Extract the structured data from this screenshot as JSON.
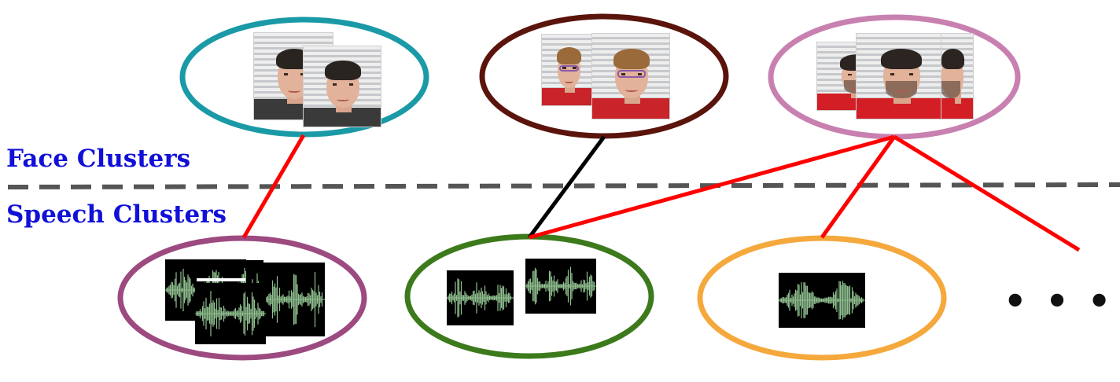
{
  "labels": {
    "face_clusters": "Face Clusters",
    "speech_clusters": "Speech Clusters",
    "more": "• • •"
  },
  "colors": {
    "label_text": "#1010d8",
    "divider": "#555555",
    "match_link": "#ff0000",
    "true_link": "#000000",
    "waveform": "#8fbf8f",
    "face_cluster_1": "#1a9aa6",
    "face_cluster_2": "#5a140c",
    "face_cluster_3": "#c880b0",
    "speech_cluster_1": "#9c4a80",
    "speech_cluster_2": "#3c7a1c",
    "speech_cluster_3": "#f5a83c"
  },
  "face_clusters": [
    {
      "id": "face-cluster-1",
      "faces": [
        {
          "hair": "#2a2420",
          "shirt": "#3a3a3a",
          "glasses": false,
          "beard": false
        },
        {
          "hair": "#2a2420",
          "shirt": "#3a3a3a",
          "glasses": false,
          "beard": false
        }
      ]
    },
    {
      "id": "face-cluster-2",
      "faces": [
        {
          "hair": "#9a6a3a",
          "shirt": "#c8242a",
          "glasses": true,
          "beard": false
        },
        {
          "hair": "#9a6a3a",
          "shirt": "#c8242a",
          "glasses": true,
          "beard": false
        }
      ]
    },
    {
      "id": "face-cluster-3",
      "faces": [
        {
          "hair": "#2c2420",
          "shirt": "#d21e24",
          "glasses": false,
          "beard": true
        },
        {
          "hair": "#2c2420",
          "shirt": "#d21e24",
          "glasses": false,
          "beard": true
        },
        {
          "hair": "#2c2420",
          "shirt": "#d21e24",
          "glasses": false,
          "beard": true
        }
      ]
    }
  ],
  "speech_clusters": [
    {
      "id": "speech-cluster-1",
      "segments": 4
    },
    {
      "id": "speech-cluster-2",
      "segments": 2
    },
    {
      "id": "speech-cluster-3",
      "segments": 1
    }
  ],
  "links": [
    {
      "from": "face-cluster-1",
      "to": "speech-cluster-1",
      "kind": "match"
    },
    {
      "from": "face-cluster-2",
      "to": "speech-cluster-2",
      "kind": "true"
    },
    {
      "from": "face-cluster-3",
      "to": "speech-cluster-2",
      "kind": "match"
    },
    {
      "from": "face-cluster-3",
      "to": "speech-cluster-3",
      "kind": "match"
    },
    {
      "from": "face-cluster-3",
      "to": "speech-cluster-more",
      "kind": "match"
    }
  ]
}
